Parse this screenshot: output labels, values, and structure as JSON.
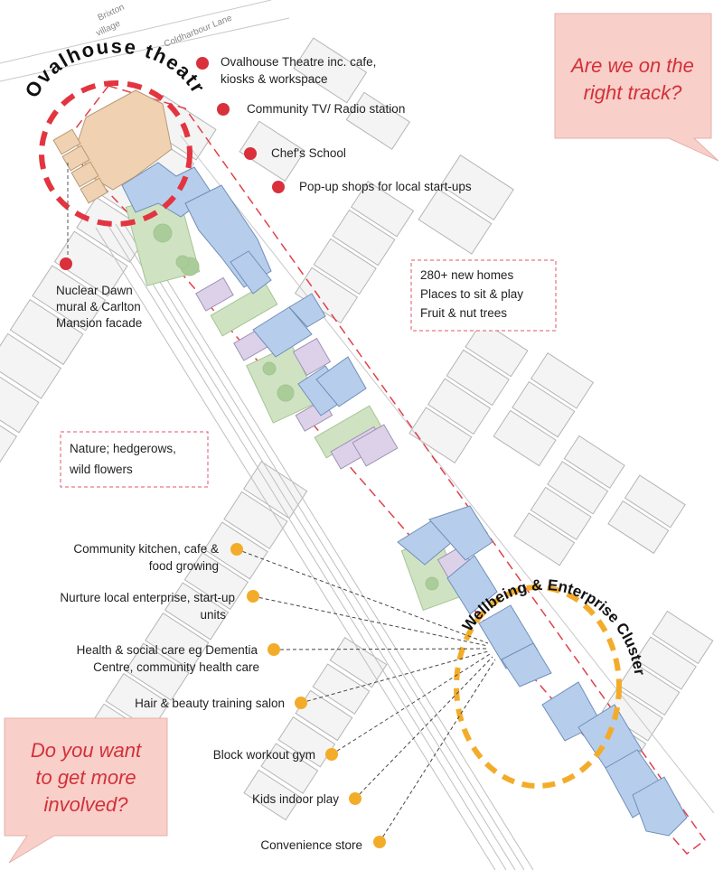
{
  "streets": [
    "Brixton",
    "village",
    "Coldharbour Lane"
  ],
  "title_ovalhouse": "Ovalhouse theatre",
  "title_cluster": "Wellbeing & Enterprise Cluster",
  "red_points": [
    "Ovalhouse Theatre inc. cafe,",
    "kiosks & workspace",
    "Community TV/ Radio station",
    "Chef's School",
    "Pop-up shops for local start-ups"
  ],
  "mural_label": [
    "Nuclear Dawn",
    "mural & Carlton",
    "Mansion facade"
  ],
  "homes_box": [
    "280+ new homes",
    "Places to sit & play",
    "Fruit & nut trees"
  ],
  "nature_box": [
    "Nature; hedgerows,",
    "wild flowers"
  ],
  "orange_points": [
    "Community kitchen, cafe &",
    "food growing",
    "Nurture local enterprise, start-up",
    "units",
    "Health & social care eg Dementia",
    "Centre, community health care",
    "Hair & beauty training salon",
    "Block workout gym",
    "Kids indoor play",
    "Convenience store"
  ],
  "bubble_top": [
    "Are we on the",
    "right track?"
  ],
  "bubble_bottom": [
    "Do you want",
    "to get more",
    "involved?"
  ],
  "colors": {
    "red_marker": "#d9303c",
    "orange_marker": "#f3ac2a",
    "building_blue": "#b7cdec",
    "theatre_tan": "#f0d2b2",
    "green_space": "#cfe3c2",
    "lilac": "#ddd1e9",
    "bubble_fill": "#f8cfc9",
    "bubble_text": "#d2313a"
  }
}
